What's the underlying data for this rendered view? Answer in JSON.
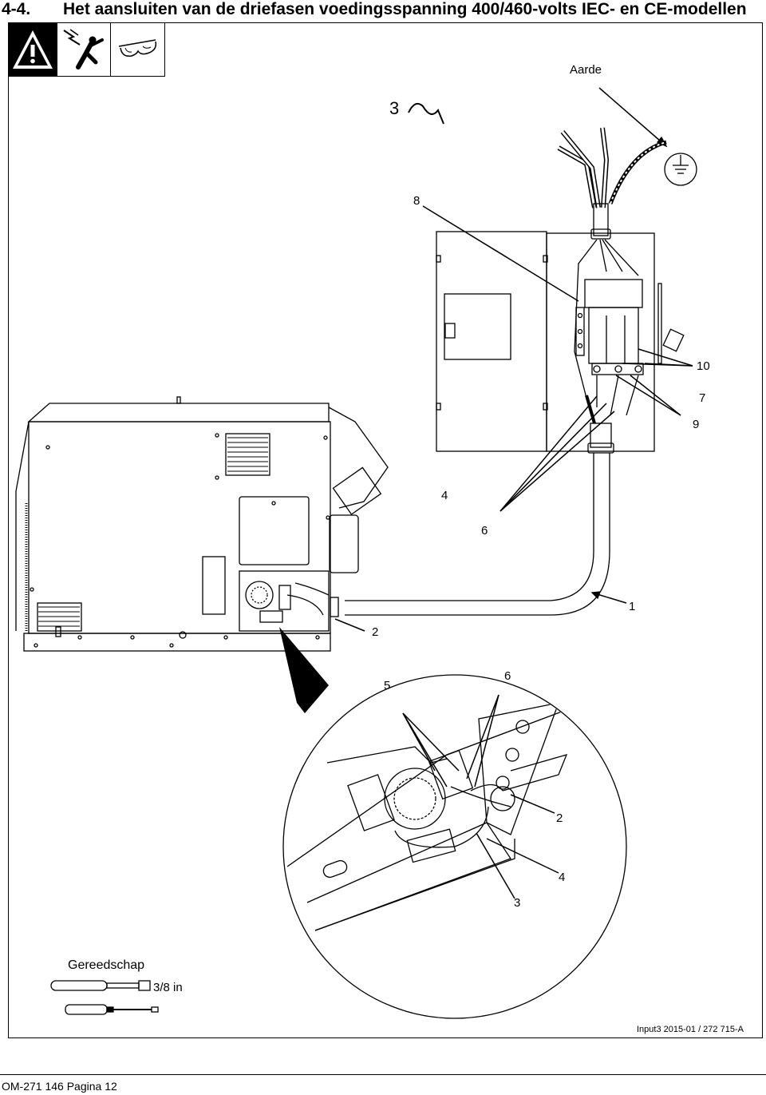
{
  "heading": {
    "number": "4-4.",
    "title": "Het aansluiten van de driefasen voedingsspanning 400/460-volts IEC- en CE-modellen"
  },
  "hazard_icons": [
    "warning-icon",
    "electric-shock-icon",
    "safety-glasses-icon"
  ],
  "labels": {
    "earth": "Aarde",
    "phase_count": "3",
    "callout_8": "8",
    "callout_10": "10",
    "callout_7": "7",
    "callout_9": "9",
    "callout_4": "4",
    "callout_6": "6",
    "callout_1": "1",
    "callout_2": "2",
    "detail_5": "5",
    "detail_6": "6",
    "detail_2": "2",
    "detail_4": "4",
    "detail_3": "3"
  },
  "tools": {
    "title": "Gereedschap",
    "wrench_size": "3/8 in",
    "icons": [
      "socket-wrench-icon",
      "screwdriver-icon"
    ]
  },
  "doc_ref": "Input3 2015-01 / 272 715-A",
  "footer": "OM-271 146 Pagina 12"
}
